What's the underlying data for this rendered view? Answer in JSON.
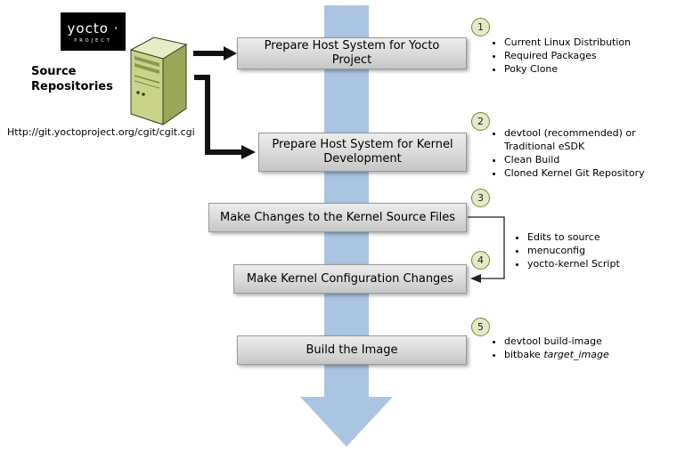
{
  "colors": {
    "flow_arrow": "#a9c5e2",
    "box_fill_top": "#ececec",
    "box_fill_bottom": "#c6c6c6",
    "box_border": "#9a9a9a",
    "circle_fill": "#e2eac6",
    "circle_border": "#76883f",
    "server_front": "#c9d489",
    "server_side": "#99a75a",
    "server_top": "#e7ecc6",
    "logo_bg": "#000000",
    "logo_text": "#ffffff",
    "connector": "#111111"
  },
  "logo": {
    "brand": "yocto ·",
    "subtitle": "PROJECT"
  },
  "source": {
    "label": "Source Repositories",
    "url": "Http://git.yoctoproject.org/cgit/cgit.cgi"
  },
  "steps": [
    {
      "num": "1",
      "title": "Prepare Host System for Yocto Project",
      "bullets": [
        "Current Linux Distribution",
        "Required Packages",
        "Poky Clone"
      ]
    },
    {
      "num": "2",
      "title": "Prepare Host System for Kernel Development",
      "bullets": [
        "devtool (recommended) or Traditional eSDK",
        "Clean Build",
        "Cloned Kernel Git Repository"
      ]
    },
    {
      "num": "3",
      "title": "Make Changes to the Kernel Source Files"
    },
    {
      "num": "4",
      "title": "Make Kernel Configuration Changes"
    },
    {
      "num": "5",
      "title": "Build the Image",
      "bullets": [
        "devtool build-image"
      ],
      "bitbake_prefix": "bitbake ",
      "bitbake_italic": "target_image"
    }
  ],
  "shared_bullets": [
    "Edits to source",
    "menuconfig",
    "yocto-kernel Script"
  ]
}
